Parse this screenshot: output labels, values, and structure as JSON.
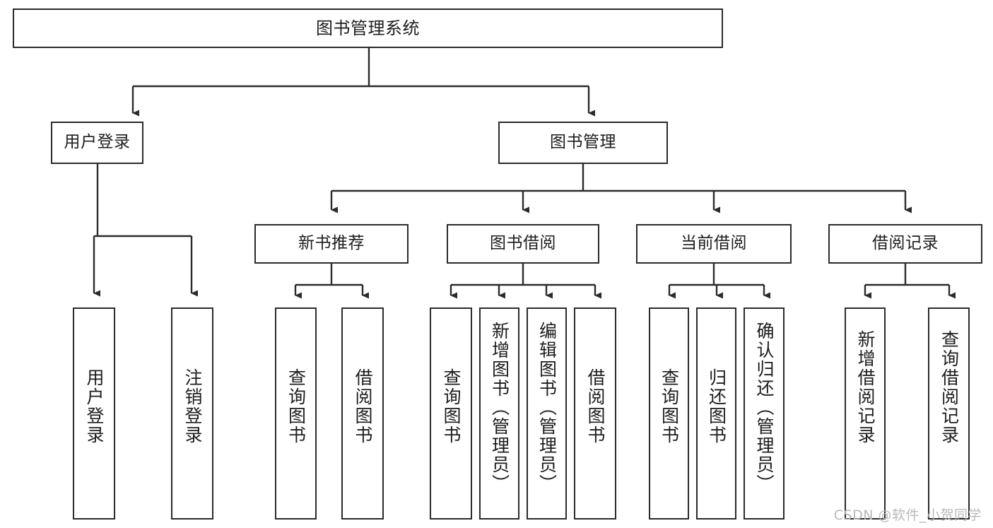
{
  "diagram": {
    "title": "图书管理系统",
    "type": "tree",
    "watermark": "CSDN @软件_小贺同学",
    "colors": {
      "stroke": "#2b2b2b",
      "fill": "#ffffff",
      "text": "#1d1d1d",
      "watermark": "#b9b9b9"
    },
    "nodes": {
      "root": "图书管理系统",
      "level2": {
        "user_login": "用户登录",
        "book_manage": "图书管理"
      },
      "level3": {
        "new_book_recommend": "新书推荐",
        "book_borrow": "图书借阅",
        "current_borrow": "当前借阅",
        "borrow_record": "借阅记录"
      },
      "leaves": {
        "user_login_children": [
          "用户登录",
          "注销登录"
        ],
        "new_book_recommend_children": [
          "查询图书",
          "借阅图书"
        ],
        "book_borrow_children": [
          "查询图书",
          "新增图书（管理员）",
          "编辑图书（管理员）",
          "借阅图书"
        ],
        "current_borrow_children": [
          "查询图书",
          "归还图书",
          "确认归还（管理员）"
        ],
        "borrow_record_children": [
          "新增借阅记录",
          "查询借阅记录"
        ]
      }
    }
  }
}
